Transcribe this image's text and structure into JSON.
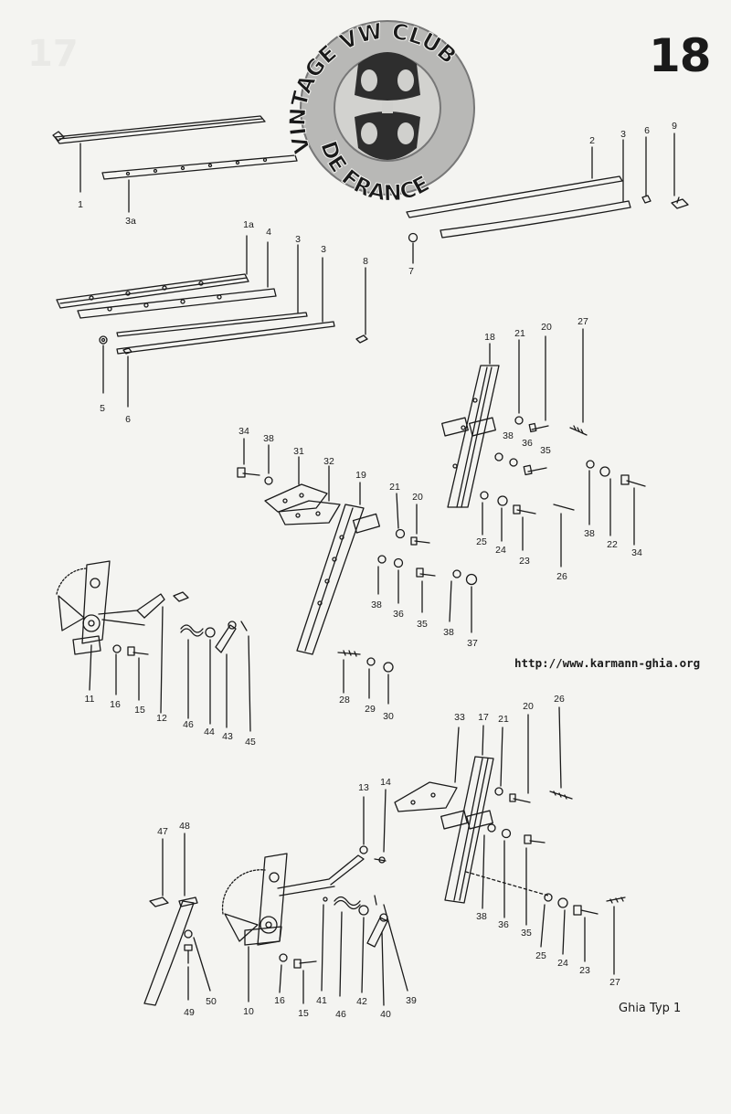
{
  "page_number": "18",
  "website_url": "http://www.karmann-ghia.org",
  "caption": "Ghia Typ 1",
  "logo": {
    "top_text": "VINTAGE VW CLUB",
    "bottom_text": "DE FRANCE"
  },
  "callouts": [
    {
      "id": "p1",
      "text": "1"
    },
    {
      "id": "p3a",
      "text": "3a"
    },
    {
      "id": "p1a",
      "text": "1a"
    },
    {
      "id": "p4",
      "text": "4"
    },
    {
      "id": "p3_1",
      "text": "3"
    },
    {
      "id": "p3_2",
      "text": "3"
    },
    {
      "id": "p8",
      "text": "8"
    },
    {
      "id": "p5",
      "text": "5"
    },
    {
      "id": "p6_1",
      "text": "6"
    },
    {
      "id": "p2",
      "text": "2"
    },
    {
      "id": "p3_3",
      "text": "3"
    },
    {
      "id": "p6_2",
      "text": "6"
    },
    {
      "id": "p9",
      "text": "9"
    },
    {
      "id": "p7",
      "text": "7"
    },
    {
      "id": "p18",
      "text": "18"
    },
    {
      "id": "p21_1",
      "text": "21"
    },
    {
      "id": "p20_1",
      "text": "20"
    },
    {
      "id": "p27_1",
      "text": "27"
    },
    {
      "id": "p38_1",
      "text": "38"
    },
    {
      "id": "p36_1",
      "text": "36"
    },
    {
      "id": "p35_1",
      "text": "35"
    },
    {
      "id": "p25_1",
      "text": "25"
    },
    {
      "id": "p24_1",
      "text": "24"
    },
    {
      "id": "p23_1",
      "text": "23"
    },
    {
      "id": "p26_1",
      "text": "26"
    },
    {
      "id": "p38_2",
      "text": "38"
    },
    {
      "id": "p22",
      "text": "22"
    },
    {
      "id": "p34_1",
      "text": "34"
    },
    {
      "id": "p34_2",
      "text": "34"
    },
    {
      "id": "p38_3",
      "text": "38"
    },
    {
      "id": "p31",
      "text": "31"
    },
    {
      "id": "p32",
      "text": "32"
    },
    {
      "id": "p19",
      "text": "19"
    },
    {
      "id": "p21_2",
      "text": "21"
    },
    {
      "id": "p20_2",
      "text": "20"
    },
    {
      "id": "p38_4",
      "text": "38"
    },
    {
      "id": "p36_2",
      "text": "36"
    },
    {
      "id": "p35_2",
      "text": "35"
    },
    {
      "id": "p38_5",
      "text": "38"
    },
    {
      "id": "p37",
      "text": "37"
    },
    {
      "id": "p11",
      "text": "11"
    },
    {
      "id": "p16_1",
      "text": "16"
    },
    {
      "id": "p15_1",
      "text": "15"
    },
    {
      "id": "p12",
      "text": "12"
    },
    {
      "id": "p46_1",
      "text": "46"
    },
    {
      "id": "p44",
      "text": "44"
    },
    {
      "id": "p43",
      "text": "43"
    },
    {
      "id": "p45",
      "text": "45"
    },
    {
      "id": "p28",
      "text": "28"
    },
    {
      "id": "p29",
      "text": "29"
    },
    {
      "id": "p30",
      "text": "30"
    },
    {
      "id": "p33",
      "text": "33"
    },
    {
      "id": "p17",
      "text": "17"
    },
    {
      "id": "p21_3",
      "text": "21"
    },
    {
      "id": "p20_3",
      "text": "20"
    },
    {
      "id": "p26_2",
      "text": "26"
    },
    {
      "id": "p13",
      "text": "13"
    },
    {
      "id": "p14",
      "text": "14"
    },
    {
      "id": "p47",
      "text": "47"
    },
    {
      "id": "p48",
      "text": "48"
    },
    {
      "id": "p38_6",
      "text": "38"
    },
    {
      "id": "p36_3",
      "text": "36"
    },
    {
      "id": "p35_3",
      "text": "35"
    },
    {
      "id": "p25_2",
      "text": "25"
    },
    {
      "id": "p24_2",
      "text": "24"
    },
    {
      "id": "p23_2",
      "text": "23"
    },
    {
      "id": "p27_2",
      "text": "27"
    },
    {
      "id": "p49",
      "text": "49"
    },
    {
      "id": "p50",
      "text": "50"
    },
    {
      "id": "p10",
      "text": "10"
    },
    {
      "id": "p16_2",
      "text": "16"
    },
    {
      "id": "p15_2",
      "text": "15"
    },
    {
      "id": "p41",
      "text": "41"
    },
    {
      "id": "p46_2",
      "text": "46"
    },
    {
      "id": "p42",
      "text": "42"
    },
    {
      "id": "p40",
      "text": "40"
    },
    {
      "id": "p39",
      "text": "39"
    }
  ]
}
